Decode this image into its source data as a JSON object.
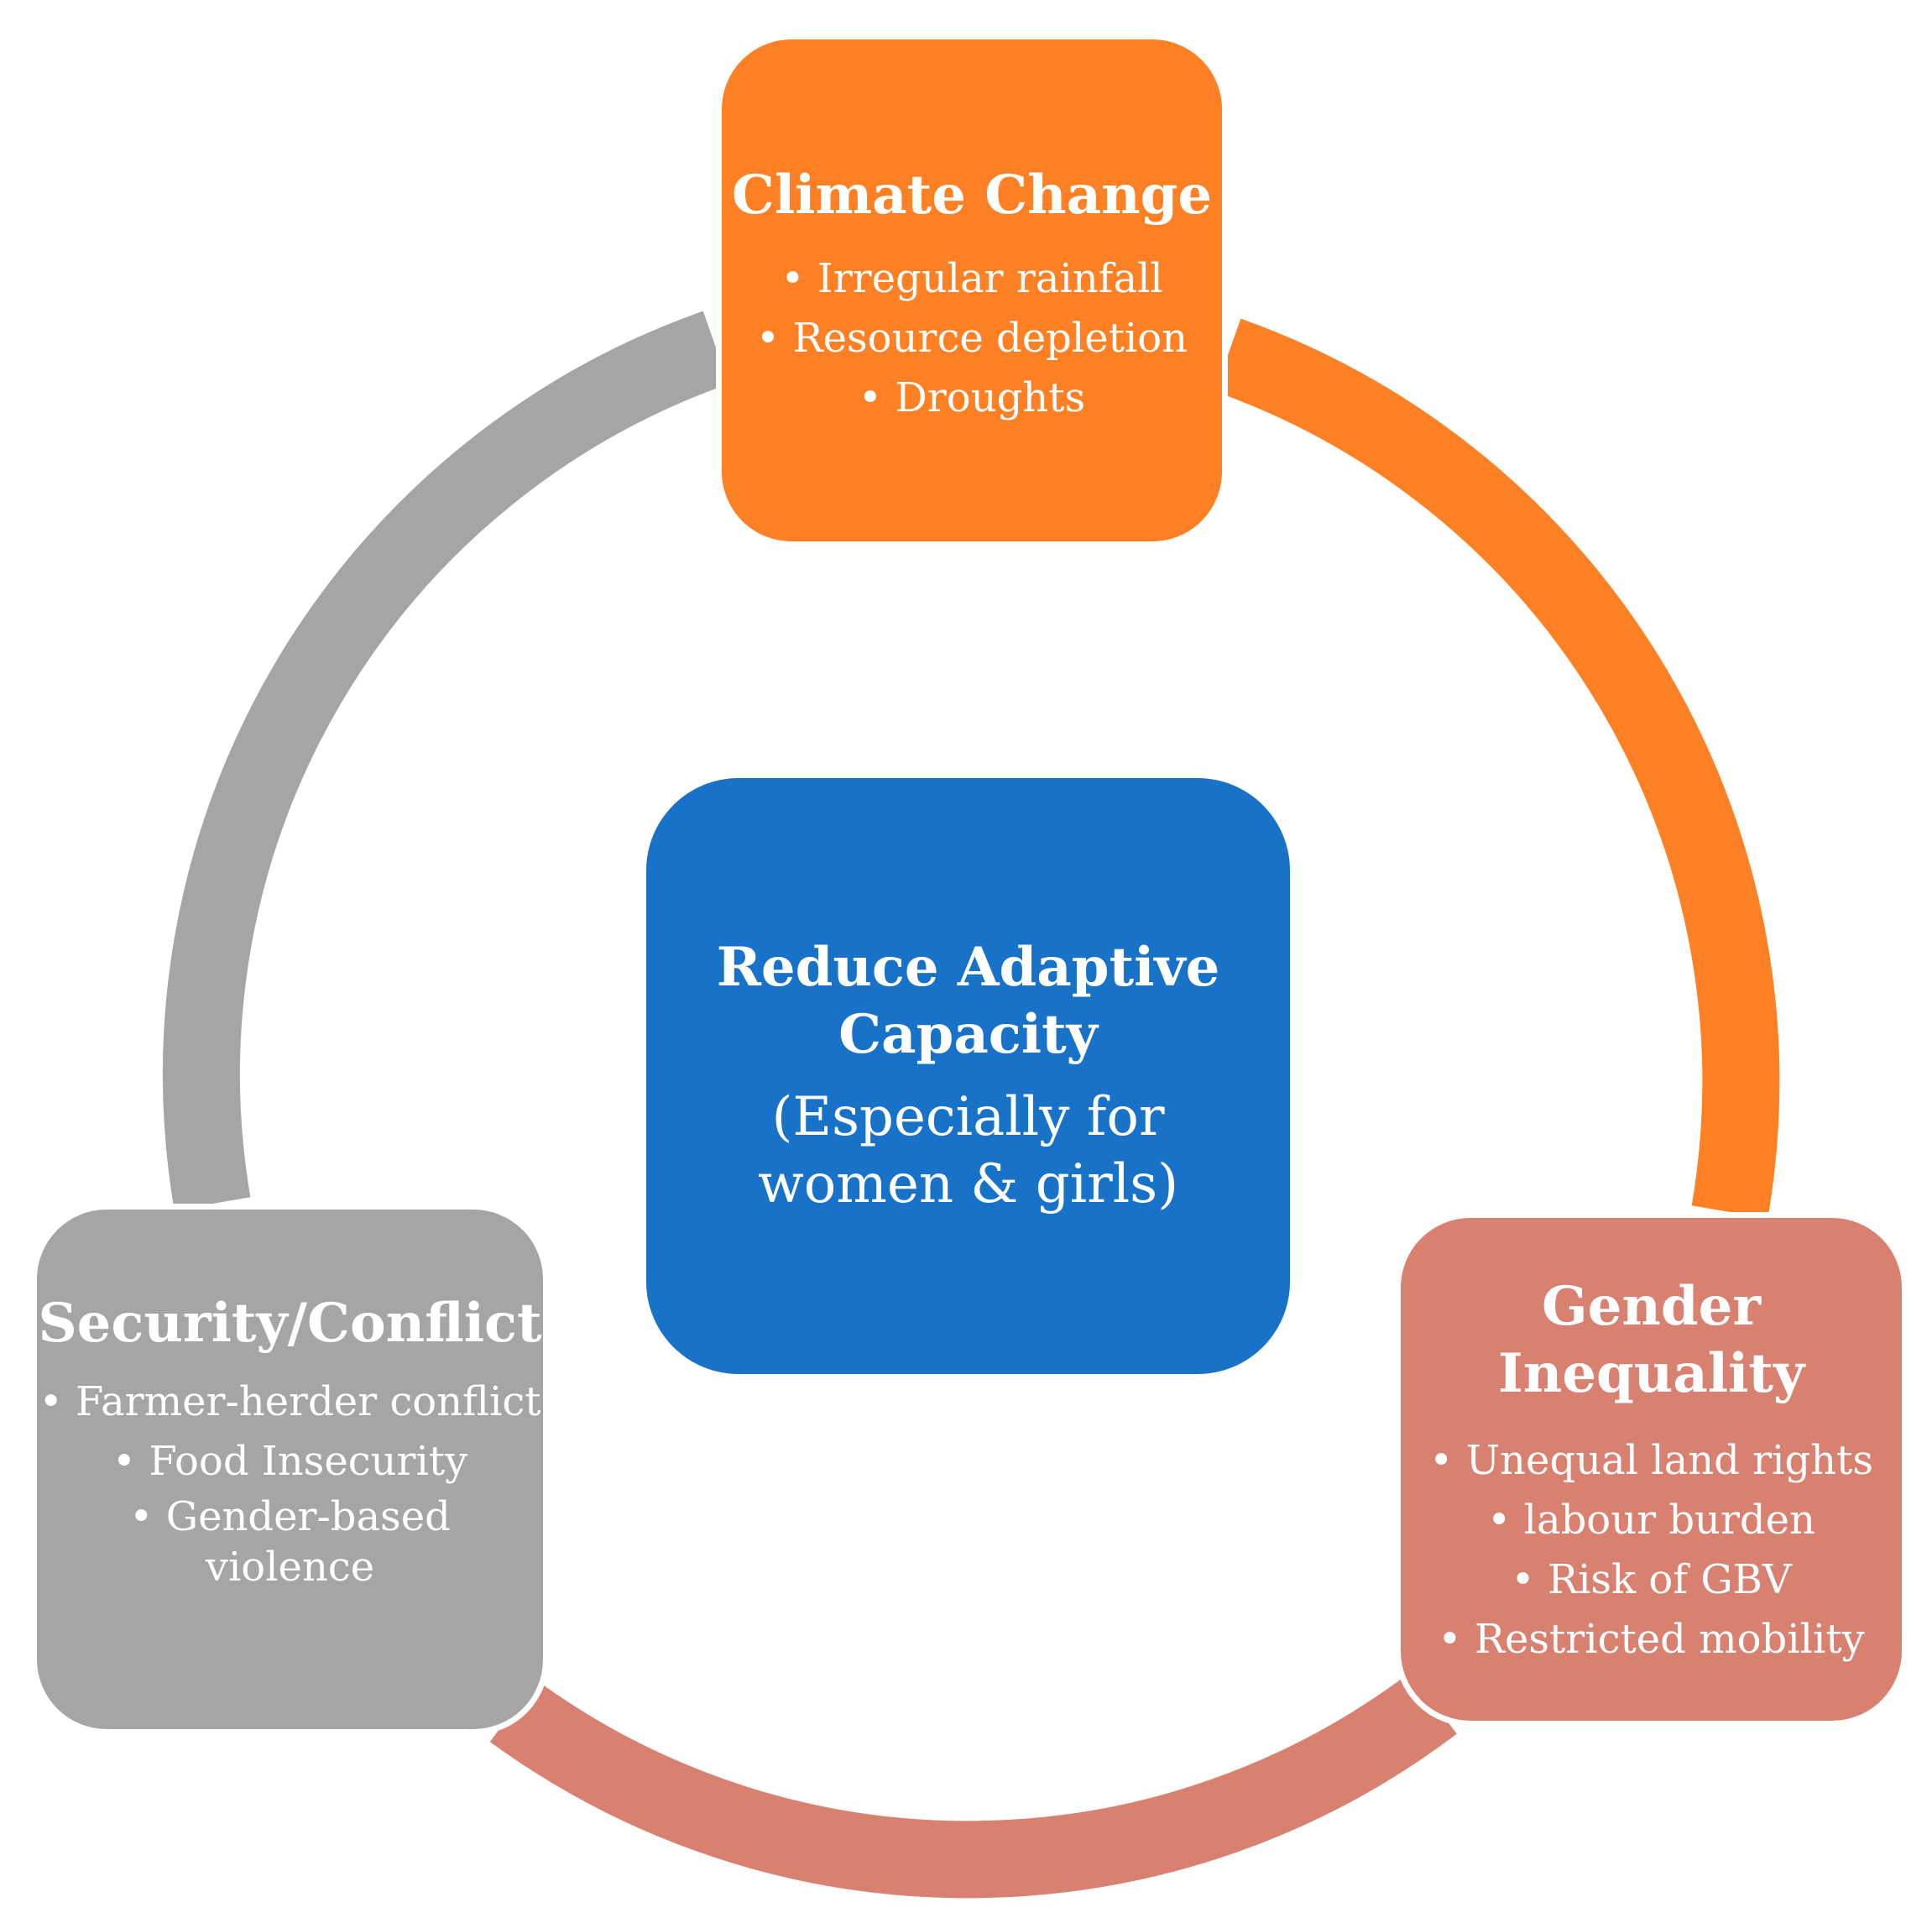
{
  "colors": {
    "climate": "#FD8024",
    "security": "#A5A5A5",
    "gender": "#D98170",
    "center": "#1772C8",
    "text": "#FFFFFF"
  },
  "center": {
    "title": "Reduce Adaptive Capacity",
    "subtitle": "(Especially for women & girls)"
  },
  "climate": {
    "title": "Climate Change",
    "items": [
      "Irregular rainfall",
      "Resource depletion",
      "Droughts"
    ]
  },
  "security": {
    "title": "Security/Conflict",
    "items": [
      "Farmer-herder conflict",
      "Food Insecurity",
      "Gender-based violence"
    ]
  },
  "gender": {
    "title": "Gender Inequality",
    "items": [
      "Unequal land rights",
      "labour burden",
      "Risk of GBV",
      "Restricted mobility"
    ]
  }
}
